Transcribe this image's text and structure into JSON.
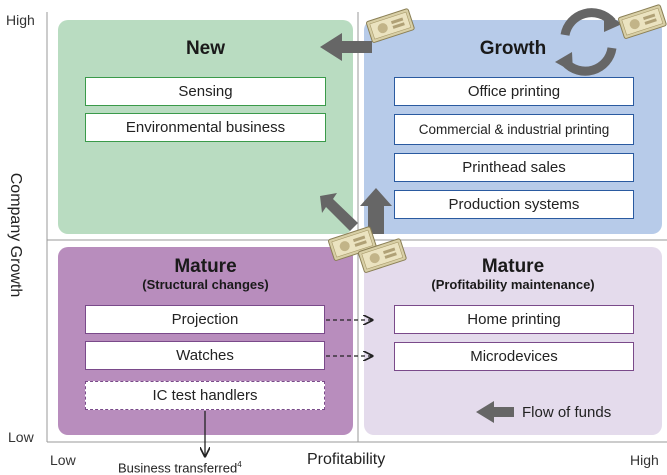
{
  "axes": {
    "y_high": "High",
    "y_low": "Low",
    "y_label": "Company Growth",
    "x_low": "Low",
    "x_label": "Profitability",
    "x_high": "High"
  },
  "quadrants": {
    "new": {
      "title": "New",
      "items": [
        "Sensing",
        "Environmental business"
      ]
    },
    "growth": {
      "title": "Growth",
      "items": [
        "Office printing",
        "Commercial & industrial printing",
        "Printhead sales",
        "Production systems"
      ]
    },
    "mature_structural": {
      "title": "Mature",
      "subtitle": "(Structural changes)",
      "items": [
        "Projection",
        "Watches",
        "IC test handlers"
      ]
    },
    "mature_profit": {
      "title": "Mature",
      "subtitle": "(Profitability maintenance)",
      "items": [
        "Home printing",
        "Microdevices"
      ]
    }
  },
  "footnote": "Business transferred",
  "footnote_ref": "4",
  "legend": {
    "label": "Flow of funds"
  },
  "colors": {
    "new_bg": "#b9dcc1",
    "growth_bg": "#b7cbe9",
    "mature_structural_bg": "#b88dbd",
    "mature_profit_bg": "#e4dbec",
    "arrow": "#666666"
  }
}
